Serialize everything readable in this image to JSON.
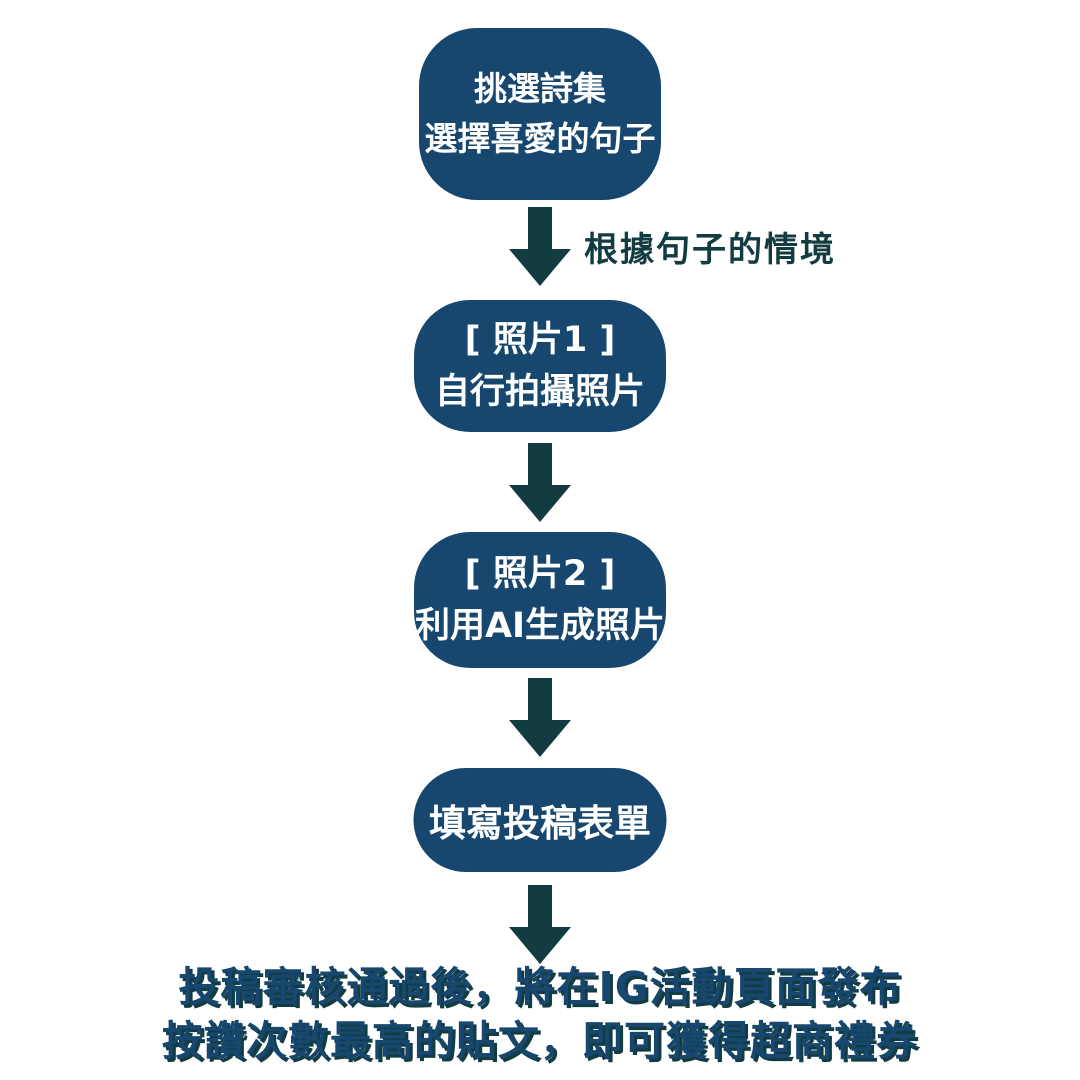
{
  "colors": {
    "background": "#FFFFFF",
    "box_fill": "#17476E",
    "box_text": "#FFFFFF",
    "arrow_fill": "#123C41",
    "annotation_text": "#123C41",
    "footer_text": "#17476E",
    "footer_shadow": "#123C41"
  },
  "flow": {
    "steps": [
      {
        "lines": [
          "挑選詩集",
          "選擇喜愛的句子"
        ]
      },
      {
        "lines": [
          "[ 照片1 ]",
          "自行拍攝照片"
        ]
      },
      {
        "lines": [
          "[ 照片2 ]",
          "利用AI生成照片"
        ]
      },
      {
        "lines": [
          "填寫投稿表單"
        ]
      }
    ],
    "arrow_label": "根據句子的情境"
  },
  "footer": {
    "lines": [
      "投稿審核通過後，將在IG活動頁面發布",
      "按讚次數最高的貼文，即可獲得超商禮券"
    ]
  }
}
